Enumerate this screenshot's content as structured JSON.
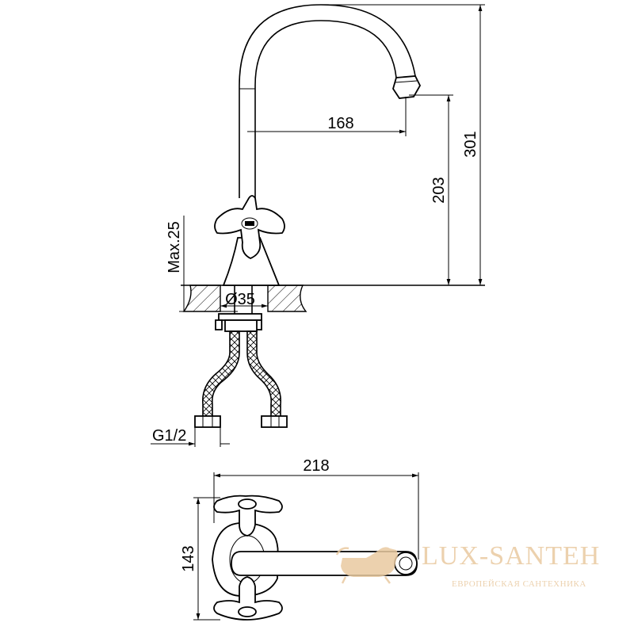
{
  "dimensions": {
    "spout_reach": "168",
    "spout_height": "203",
    "total_height": "301",
    "max_thickness": "Max.25",
    "hole_diameter": "Ø35",
    "thread": "G1/2",
    "total_length": "218",
    "handle_span": "143"
  },
  "watermark": {
    "brand": "LUX-SANTEH",
    "tagline": "ЕВРОПЕЙСКАЯ САНТЕХНИКА"
  },
  "colors": {
    "line": "#000000",
    "watermark": "#e9c9a0"
  }
}
